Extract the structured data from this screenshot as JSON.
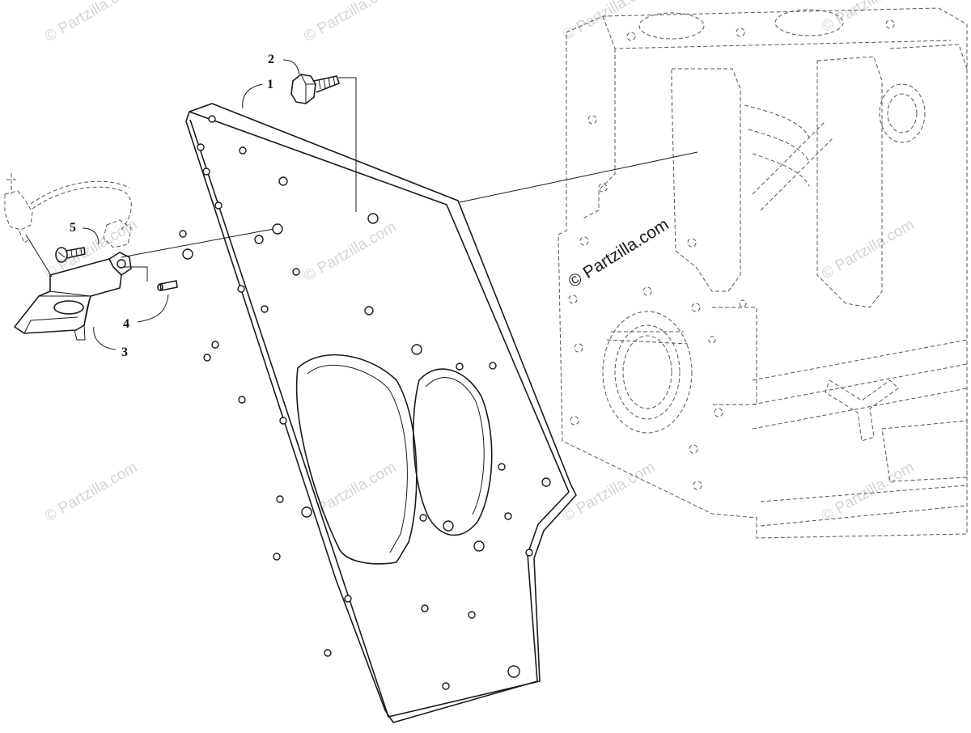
{
  "callouts": {
    "c1": "1",
    "c2": "2",
    "c3": "3",
    "c4": "4",
    "c5": "5"
  },
  "watermark": {
    "text": "© Partzilla.com",
    "main_text": "© Partzilla.com"
  },
  "parts": [
    {
      "ref": "1",
      "icon": "engine-plate-icon"
    },
    {
      "ref": "2",
      "icon": "hex-bolt-icon"
    },
    {
      "ref": "3",
      "icon": "sensor-bracket-icon"
    },
    {
      "ref": "4",
      "icon": "dowel-pin-icon"
    },
    {
      "ref": "5",
      "icon": "screw-icon"
    }
  ]
}
